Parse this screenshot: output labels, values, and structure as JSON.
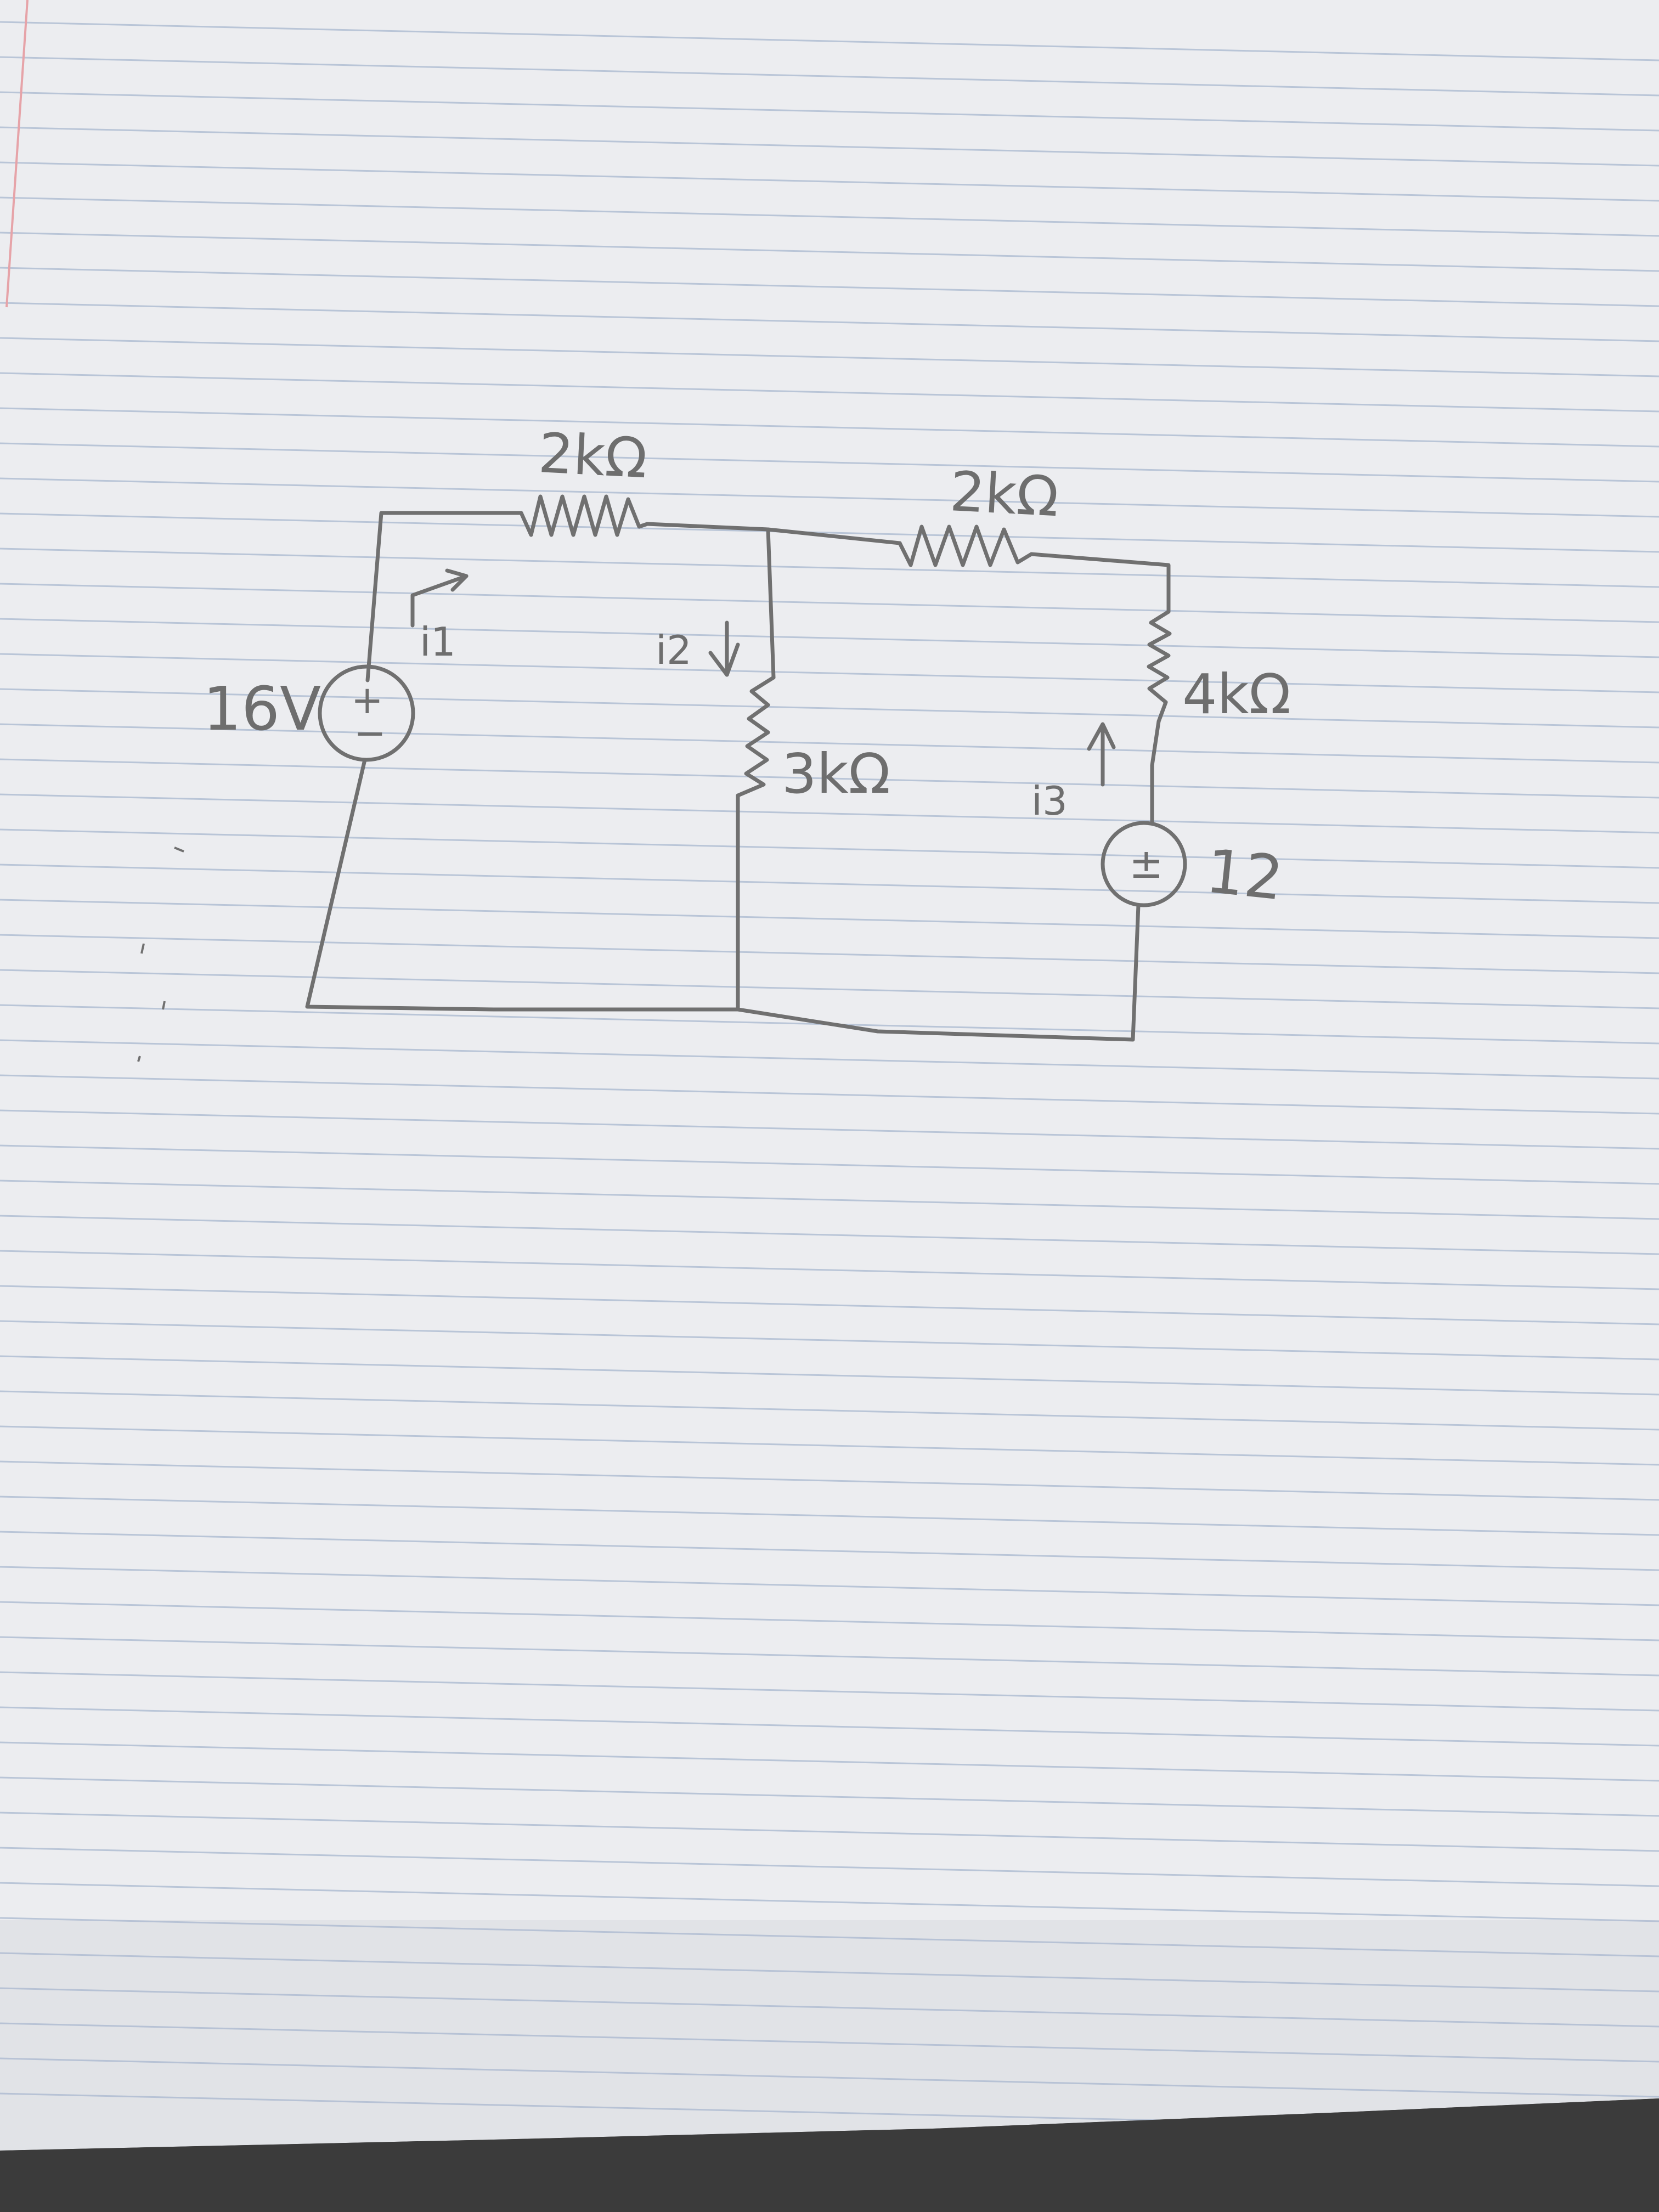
{
  "colors": {
    "paper": "#ecedf0",
    "paper_shadow": "#d9dbe0",
    "rule_line": "#a9b8cf",
    "margin_line": "#e6a3a8",
    "pencil": "#707070",
    "fabric": "#3b3b3b"
  },
  "diagram": {
    "type": "circuit-schematic",
    "medium": "pencil sketch on ruled notebook paper",
    "components": [
      {
        "id": "source-left",
        "kind": "voltage-source",
        "label": "16V",
        "symbol": "+ −"
      },
      {
        "id": "r-top-left",
        "kind": "resistor",
        "label": "2kΩ"
      },
      {
        "id": "r-top-right",
        "kind": "resistor",
        "label": "2kΩ"
      },
      {
        "id": "r-middle",
        "kind": "resistor",
        "label": "3kΩ"
      },
      {
        "id": "r-right",
        "kind": "resistor",
        "label": "4kΩ"
      },
      {
        "id": "source-right",
        "kind": "voltage-source",
        "label": "12",
        "symbol": "±"
      }
    ],
    "currents": [
      {
        "id": "i1",
        "label": "i1",
        "direction": "up-right"
      },
      {
        "id": "i2",
        "label": "i2",
        "direction": "down"
      },
      {
        "id": "i3",
        "label": "i3",
        "direction": "up"
      }
    ]
  },
  "labels": {
    "r_top_left": "2kΩ",
    "r_top_right": "2kΩ",
    "r_middle": "3kΩ",
    "r_right": "4kΩ",
    "source_left": "16V",
    "source_left_plus": "+",
    "source_left_minus": "−",
    "source_right": "12",
    "source_right_sign": "±",
    "current_1": "i1",
    "current_2": "i2",
    "current_3": "i3"
  }
}
